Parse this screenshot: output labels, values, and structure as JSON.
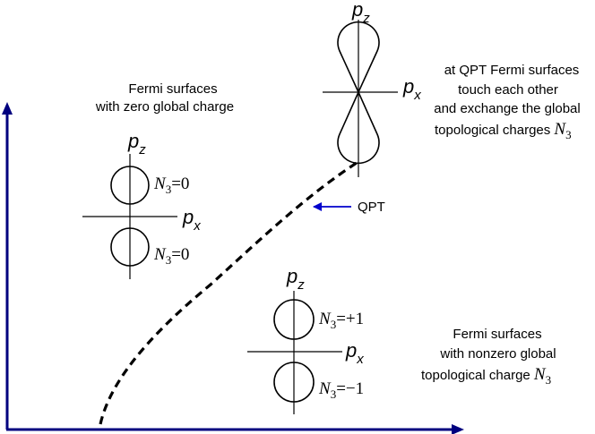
{
  "captions": {
    "zero_charge": [
      "Fermi surfaces",
      "with zero global charge"
    ],
    "qpt_lines": [
      "at QPT Fermi surfaces",
      "touch each other",
      "and exchange the global"
    ],
    "qpt_last_prefix": "topological charges ",
    "nonzero_charge": [
      "Fermi surfaces",
      "with nonzero global"
    ],
    "nonzero_last_prefix": "topological charge "
  },
  "charge_symbol": {
    "main": "N",
    "sub": "3"
  },
  "axis_momenta": {
    "main": "p",
    "z_sub": "z",
    "x_sub": "x"
  },
  "charges": {
    "left_top": "=0",
    "left_bottom": "=0",
    "right_top": "=+1",
    "right_bottom": "=−1"
  },
  "qpt_label": "QPT",
  "colors": {
    "axes": "#00007f",
    "qpt_arrow": "#0000cc",
    "ink": "#000000"
  }
}
